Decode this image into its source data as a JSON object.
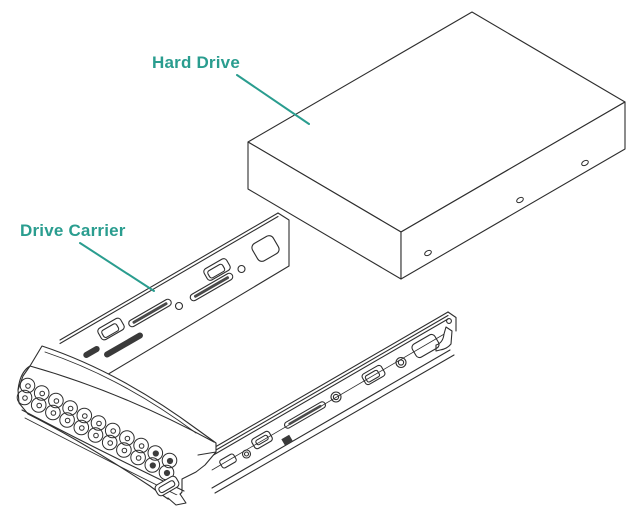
{
  "colors": {
    "background": "#ffffff",
    "line": "#2e2e2e",
    "accent": "#2a9d8f"
  },
  "labels": {
    "hard_drive": "Hard Drive",
    "drive_carrier": "Drive Carrier"
  },
  "parts": [
    {
      "name": "hard-drive",
      "label": "Hard Drive"
    },
    {
      "name": "drive-carrier",
      "label": "Drive Carrier"
    }
  ]
}
